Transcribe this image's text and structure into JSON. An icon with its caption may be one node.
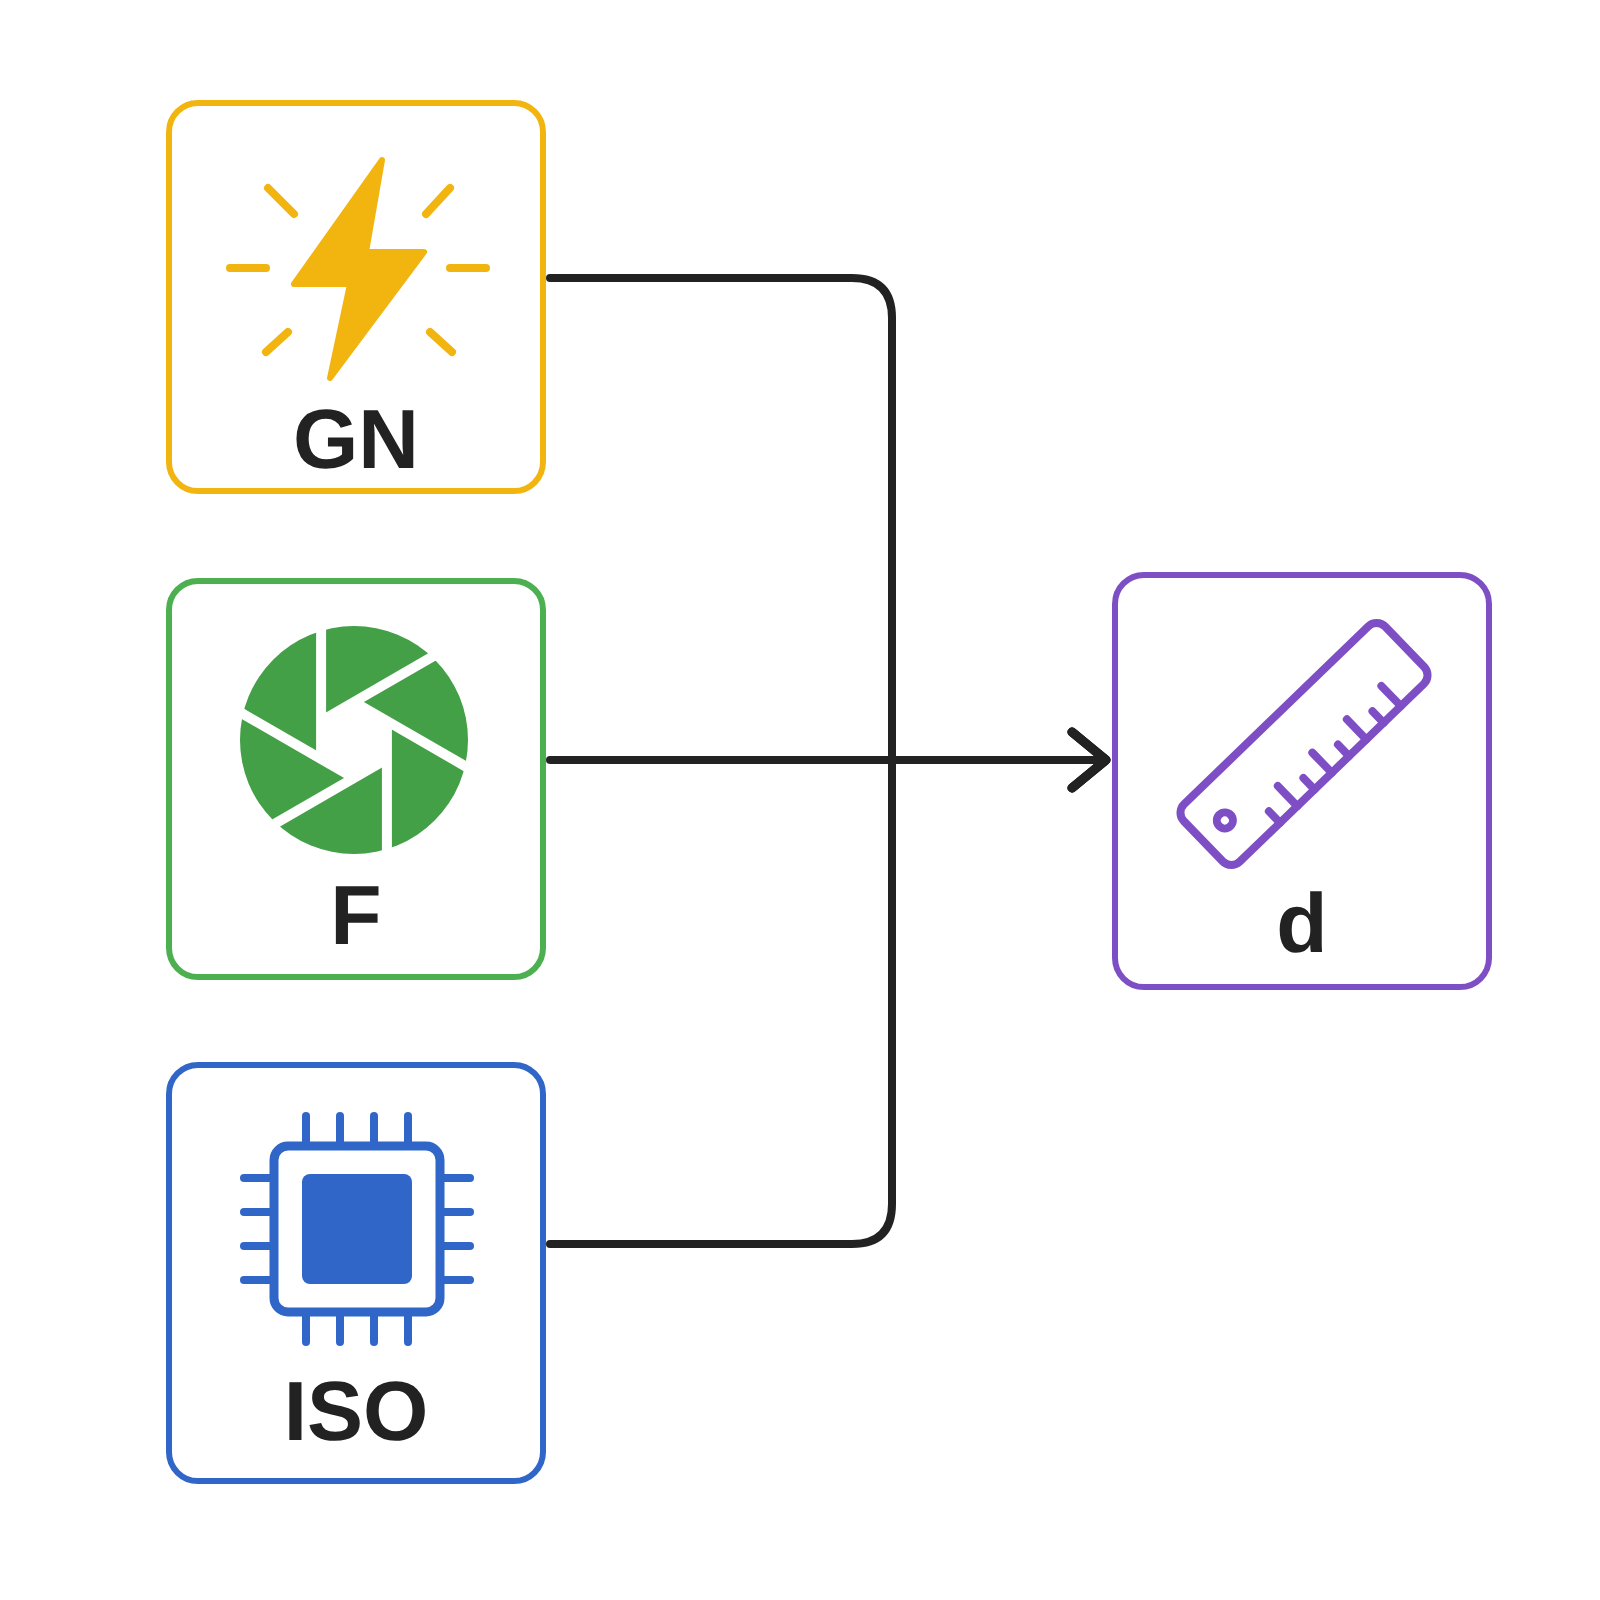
{
  "diagram": {
    "nodes": [
      {
        "text": [
          "GN"
        ]
      },
      {
        "text": [
          "F"
        ]
      },
      {
        "text": [
          "ISO"
        ]
      },
      {
        "text": [
          "d"
        ]
      }
    ],
    "edges": [
      {
        "from": 0,
        "to": 3,
        "arrow": "to"
      },
      {
        "from": 1,
        "to": 3,
        "arrow": "to"
      },
      {
        "from": 2,
        "to": 3,
        "arrow": "to"
      }
    ]
  }
}
